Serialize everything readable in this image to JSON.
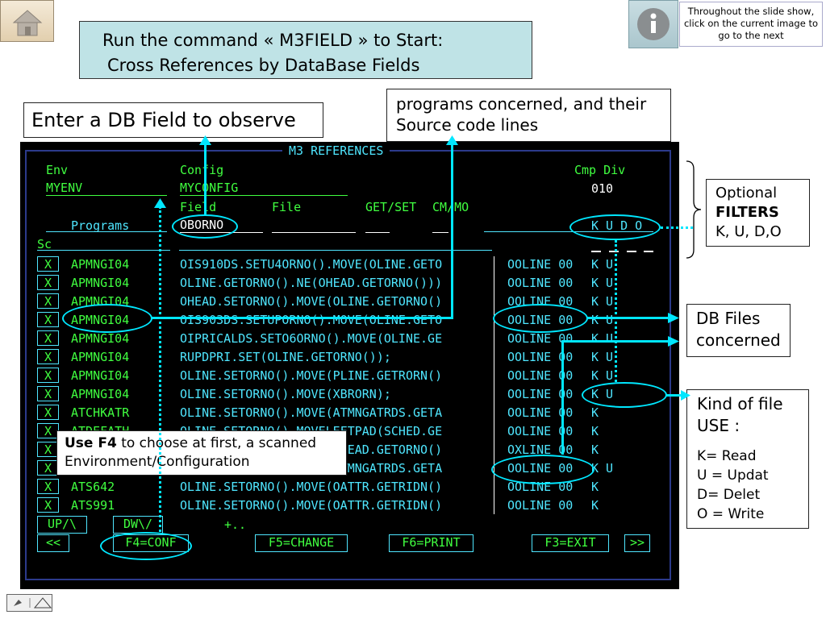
{
  "title": {
    "line1": "Run the command « M3FIELD » to Start:",
    "line2": "Cross References by DataBase Fields"
  },
  "info_note": "Throughout the slide show, click on the current image to go to the next",
  "callouts": {
    "enter_field": "Enter a DB Field to observe",
    "programs": "programs concerned, and their Source code lines",
    "filters_line1": "Optional",
    "filters_line2": "FILTERS",
    "filters_line3": "K, U, D,O",
    "db_files": "DB Files concerned",
    "kind_title": "Kind of file USE :",
    "kind_k": "K=  Read",
    "kind_u": "U = Updat",
    "kind_d": "D=  Delet",
    "kind_o": "O = Write",
    "use_f4_bold": "Use F4",
    "use_f4_rest": " to choose at first, a scanned Environment/Configuration"
  },
  "terminal": {
    "window_title": "M3 REFERENCES",
    "env_label": "Env",
    "env_value": "MYENV",
    "config_label": "Config",
    "config_value": "MYCONFIG",
    "cmp_div_label": "Cmp Div",
    "div_value": "010",
    "field_label": "Field",
    "file_label": "File",
    "getset_label": "GET/SET",
    "cmmo_label": "CM/MO",
    "programs_label": "Programs",
    "field_value": "OBORNO",
    "kudo_label": "K U D O",
    "sc_label": "Sc",
    "rows": [
      {
        "sel": "X",
        "program": "APMNGI04",
        "source": "OIS910DS.SETU4ORNO().MOVE(OLINE.GETO",
        "file": "OOLINE 00",
        "use": "K U"
      },
      {
        "sel": "X",
        "program": "APMNGI04",
        "source": "OLINE.GETORNO().NE(OHEAD.GETORNO()))",
        "file": "OOLINE 00",
        "use": "K U"
      },
      {
        "sel": "X",
        "program": "APMNGI04",
        "source": "OHEAD.SETORNO().MOVE(OLINE.GETORNO()",
        "file": "OOLINE 00",
        "use": "K U"
      },
      {
        "sel": "X",
        "program": "APMNGI04",
        "source": "OIS903DS.SETUPORNO().MOVE(OLINE.GETO",
        "file": "OOLINE 00",
        "use": "K U"
      },
      {
        "sel": "X",
        "program": "APMNGI04",
        "source": "OIPRICALDS.SETO6ORNO().MOVE(OLINE.GE",
        "file": "OOLINE 00",
        "use": "K U"
      },
      {
        "sel": "X",
        "program": "APMNGI04",
        "source": "RUPDPRI.SET(OLINE.GETORNO());",
        "file": "OOLINE 00",
        "use": "K U"
      },
      {
        "sel": "X",
        "program": "APMNGI04",
        "source": "OLINE.SETORNO().MOVE(PLINE.GETRORN()",
        "file": "OOLINE 00",
        "use": "K U"
      },
      {
        "sel": "X",
        "program": "APMNGI04",
        "source": "OLINE.SETORNO().MOVE(XBRORN);",
        "file": "OOLINE 00",
        "use": "K U"
      },
      {
        "sel": "X",
        "program": "ATCHKATR",
        "source": "OLINE.SETORNO().MOVE(ATMNGATRDS.GETA",
        "file": "OOLINE 00",
        "use": "K"
      },
      {
        "sel": "X",
        "program": "ATDEFATH",
        "source": "OLINE.SETORNO().MOVELEFTPAD(SCHED.GE",
        "file": "OOLINE 00",
        "use": "K"
      },
      {
        "sel": "X",
        "program": "",
        "source": "OLINE.SETORNO().MOVE(OHEAD.GETORNO()",
        "file": "OXLINE 00",
        "use": "K"
      },
      {
        "sel": "X",
        "program": "",
        "source": "OLINE.SETORNO().MOVE(ATMNGATRDS.GETA",
        "file": "OOLINE 00",
        "use": "K U"
      },
      {
        "sel": "X",
        "program": "ATS642",
        "source": "OLINE.SETORNO().MOVE(OATTR.GETRIDN()",
        "file": "OOLINE 00",
        "use": "K"
      },
      {
        "sel": "X",
        "program": "ATS991",
        "source": "OLINE.SETORNO().MOVE(OATTR.GETRIDN()",
        "file": "OOLINE 00",
        "use": "K"
      }
    ],
    "up_label": "UP/\\",
    "dw_label": "DW\\/",
    "more_label": "+..",
    "prev_label": "<<",
    "f4_label": "F4=CONF",
    "f5_label": "F5=CHANGE",
    "f6_label": "F6=PRINT",
    "f3_label": "F3=EXIT",
    "next_label": ">>"
  },
  "colors": {
    "terminal_bg": "#000000",
    "green": "#40ff40",
    "cyan": "#4fe6ff",
    "highlight": "#00e7ff",
    "title_bg": "#bfe3e6"
  }
}
